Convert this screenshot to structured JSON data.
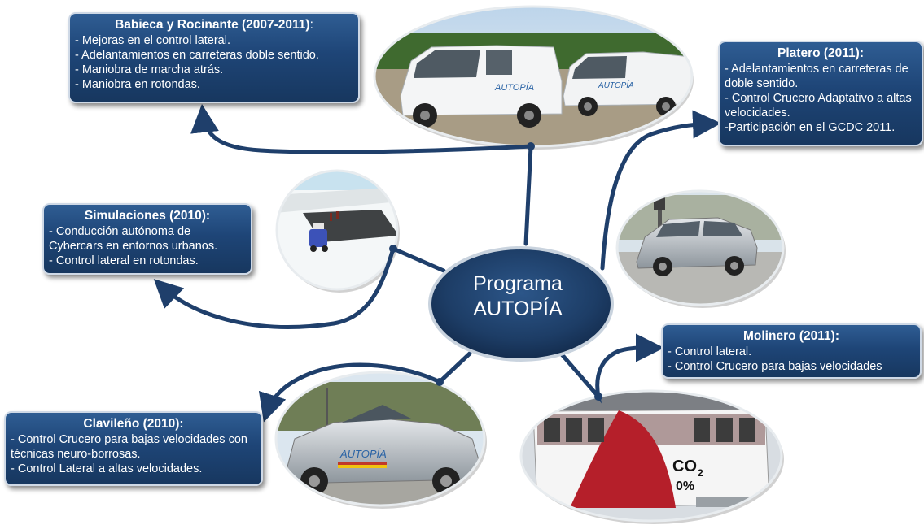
{
  "hub": {
    "line1": "Programa",
    "line2": "AUTOPÍA"
  },
  "boxes": {
    "babieca": {
      "title": "Babieca y Rocinante (2007-2011)",
      "title_suffix": ":",
      "items": [
        "- Mejoras en el control lateral.",
        "- Adelantamientos en carreteras doble sentido.",
        "- Maniobra de marcha atrás.",
        "- Maniobra en rotondas."
      ]
    },
    "platero": {
      "title": "Platero (2011):",
      "items": [
        "- Adelantamientos en carreteras de doble sentido.",
        "- Control Crucero Adaptativo a altas velocidades.",
        "-Participación en el GCDC 2011."
      ]
    },
    "simulaciones": {
      "title": "Simulaciones (2010):",
      "items": [
        "- Conducción autónoma de Cybercars en entornos urbanos.",
        "- Control lateral en rotondas."
      ]
    },
    "molinero": {
      "title": "Molinero (2011):",
      "items": [
        "- Control lateral.",
        "- Control Crucero para bajas velocidades"
      ]
    },
    "clavileno": {
      "title": "Clavileño (2010):",
      "items": [
        "- Control Crucero para bajas velocidades con técnicas neuro-borrosas.",
        "- Control Lateral a altas velocidades."
      ]
    }
  },
  "photos": {
    "vans_text": "AUTOPÍA",
    "clavileno_text": "AUTOPÍA",
    "bus_co2": "CO",
    "bus_co2_sub": "2",
    "bus_zero": "0%"
  },
  "colors": {
    "box_fill": "#1e4577",
    "arrow": "#1f3f6b",
    "hub_fill": "#1d3d66"
  }
}
